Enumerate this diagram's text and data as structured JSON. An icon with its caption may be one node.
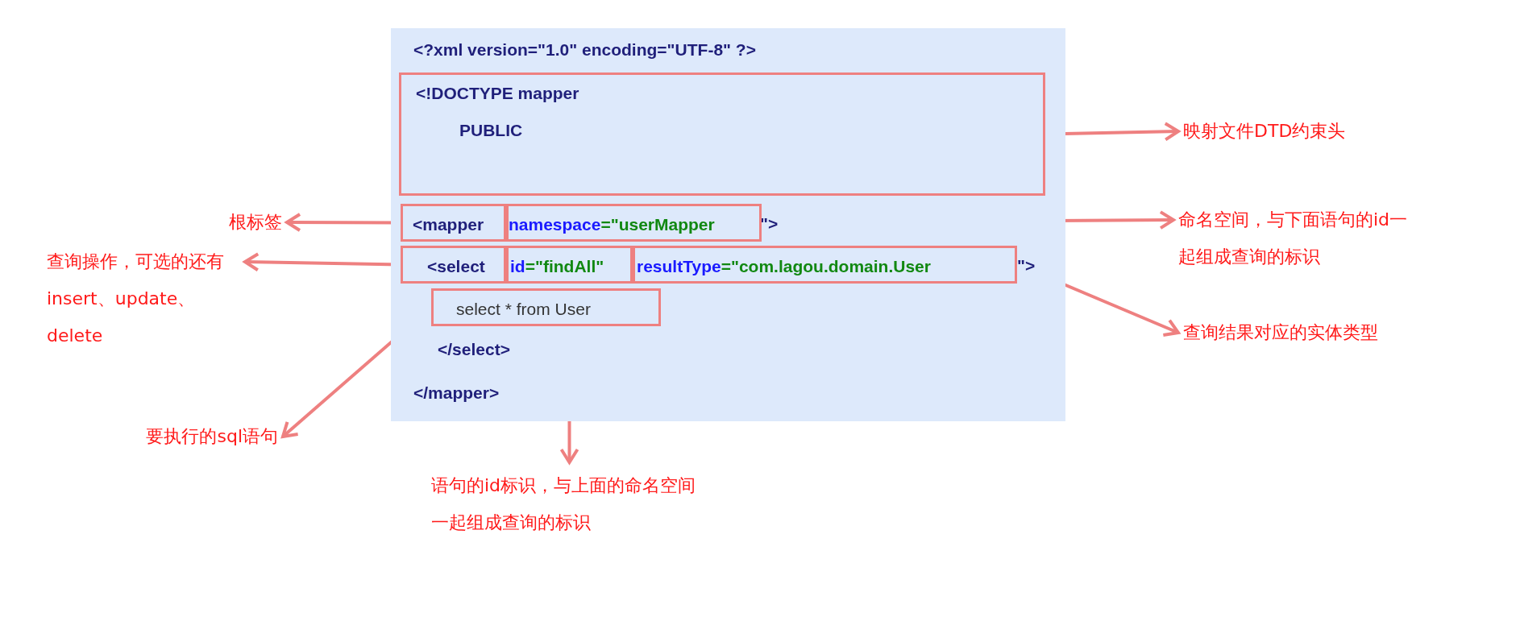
{
  "diagram": {
    "nodes": [
      {
        "text": [
          "<?xml version=\"1.0\" encoding=\"UTF-8\" ?>",
          "\">",
          "\">",
          "</select>",
          "</mapper>"
        ]
      },
      {
        "text": [
          "<!DOCTYPE mapper",
          "PUBLIC"
        ],
        "in": 0
      },
      {
        "text": [
          "<mapper"
        ],
        "in": 0
      },
      {
        "text": [
          "namespace=\"userMapper"
        ],
        "in": 0
      },
      {
        "text": [
          "<select"
        ],
        "in": 0
      },
      {
        "text": [
          "id=\"findAll\""
        ],
        "in": 0
      },
      {
        "text": [
          "resultType=\"com.lagou.domain.User"
        ],
        "in": 0
      },
      {
        "text": [
          "select * from User"
        ],
        "in": 0
      },
      {
        "text": [
          "映射文件DTD约束头"
        ]
      },
      {
        "text": [
          "根标签"
        ]
      },
      {
        "text": [
          "命名空间，与下面语句的id一起组成查询的标识"
        ]
      },
      {
        "text": [
          "查询操作，可选的还有insert、update、delete"
        ]
      },
      {
        "text": [
          "查询结果对应的实体类型"
        ]
      },
      {
        "text": [
          "要执行的sql语句"
        ]
      },
      {
        "text": [
          "语句的id标识，与上面的命名空间一起组成查询的标识"
        ]
      }
    ],
    "edges": [
      {
        "from": 1,
        "to": 8,
        "arrow": "to"
      },
      {
        "from": 2,
        "to": 9,
        "arrow": "to"
      },
      {
        "from": 3,
        "to": 10,
        "arrow": "to"
      },
      {
        "from": 4,
        "to": 11,
        "arrow": "to"
      },
      {
        "from": 6,
        "to": 12,
        "arrow": "to"
      },
      {
        "from": 7,
        "to": 13,
        "arrow": "to"
      },
      {
        "from": 5,
        "to": 14,
        "arrow": "to"
      }
    ]
  }
}
